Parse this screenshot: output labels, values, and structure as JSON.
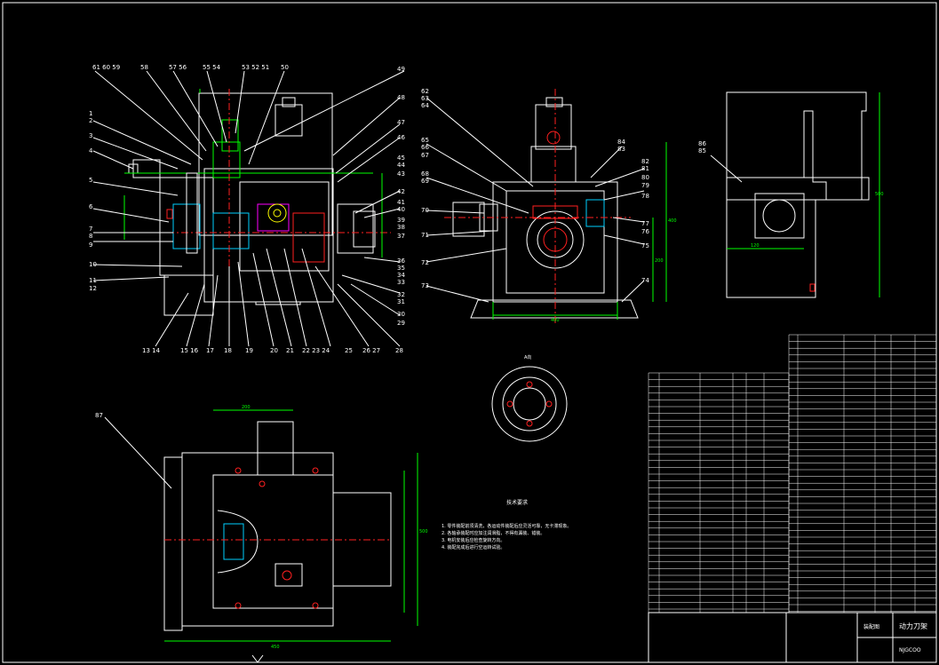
{
  "drawing": {
    "callouts_left_top": [
      "61",
      "60",
      "59",
      "58",
      "57",
      "56",
      "55",
      "54",
      "53",
      "52",
      "51",
      "50",
      "49"
    ],
    "callouts_left_side": [
      "1",
      "2",
      "3",
      "4",
      "5",
      "6",
      "7",
      "8",
      "9",
      "10",
      "11",
      "12"
    ],
    "callouts_bottom": [
      "13",
      "14",
      "15",
      "16",
      "17",
      "18",
      "19",
      "20",
      "21",
      "22",
      "23",
      "24",
      "25",
      "26",
      "27",
      "28"
    ],
    "callouts_right": [
      "48",
      "47",
      "46",
      "45",
      "44",
      "43",
      "42",
      "41",
      "40",
      "39",
      "38",
      "37",
      "36",
      "35",
      "34",
      "33",
      "32",
      "31",
      "30",
      "29"
    ],
    "callouts_center_left": [
      "62",
      "63",
      "64",
      "65",
      "66",
      "67",
      "68",
      "69",
      "70",
      "71",
      "72",
      "73"
    ],
    "callouts_center_right": [
      "84",
      "83",
      "82",
      "81",
      "80",
      "79",
      "78",
      "77",
      "76",
      "75",
      "74"
    ],
    "callouts_right_view": [
      "86",
      "85"
    ],
    "callout_bottom_view": "87",
    "section_label": "A向",
    "tech_req_title": "技术要求",
    "tech_req_lines": [
      "1. 零件装配前须清洗，各运动件装配后应灵活可靠，无卡滞现象。",
      "2. 各轴承装配时应加注润滑脂，不得有漏装、错装。",
      "3. 电机安装后应检查旋转方向。",
      "4. 装配完成后进行空运转试验。"
    ],
    "title_block": {
      "name": "动力刀架",
      "code": "NJGCOO",
      "type": "装配图"
    }
  }
}
